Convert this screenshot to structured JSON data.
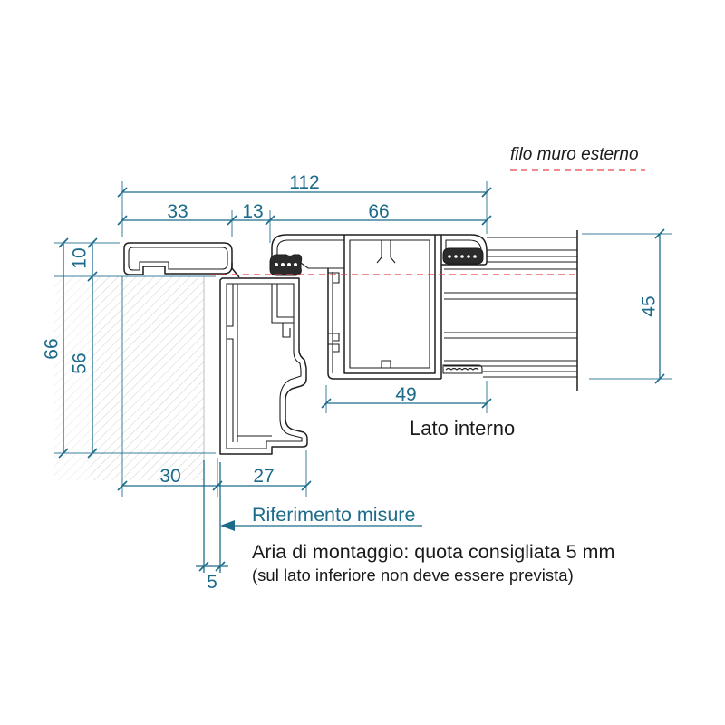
{
  "legend": {
    "reference_line_label": "filo muro esterno"
  },
  "dimensions": {
    "overall_width": "112",
    "cover_width": "33",
    "offset_width": "13",
    "sash_width": "66",
    "cover_height": "10",
    "total_height": "66",
    "frame_height": "56",
    "glazing_height": "45",
    "inner_width": "49",
    "wall_offset": "30",
    "frame_depth": "27",
    "mounting_gap": "5"
  },
  "labels": {
    "interior_side": "Lato interno",
    "measurement_reference": "Riferimento misure",
    "mounting_note": "Aria di montaggio: quota consigliata 5 mm",
    "mounting_subnote": "(sul lato inferiore non deve essere prevista)"
  },
  "colors": {
    "dimension": "#1c6b8b",
    "profile": "#1e1e1e",
    "reference_line": "#e5434b",
    "wall_hatch": "#cfcfcf",
    "background": "#ffffff"
  }
}
